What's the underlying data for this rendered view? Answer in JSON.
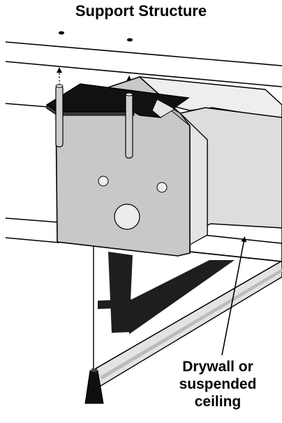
{
  "title": "Support Structure",
  "callout": {
    "line1": "Drywall or",
    "line2": "suspended",
    "line3": "ceiling"
  },
  "colors": {
    "housing_front": "#c9c9c9",
    "housing_side": "#e2e2e2",
    "housing_top": "#f0f0f0",
    "bracket": "#1a1a1a",
    "bolt": "#bdbdbd",
    "screen_bar": "#e0e0e0",
    "stroke": "#000000"
  },
  "icons": {
    "arrow": "arrow-up",
    "leader": "arrow-leader"
  }
}
